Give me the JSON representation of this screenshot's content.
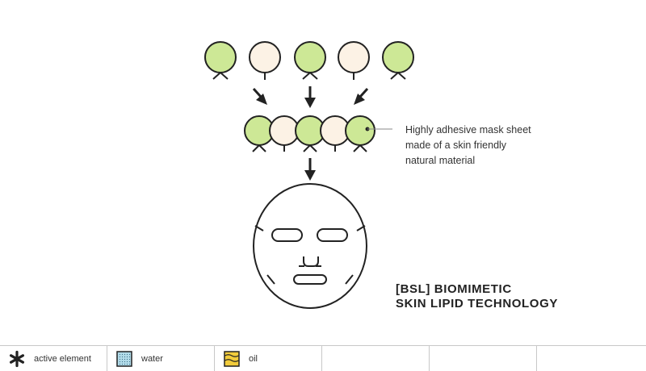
{
  "annotation": {
    "lines": [
      "Highly adhesive mask sheet",
      "made of a skin friendly",
      "natural material"
    ]
  },
  "technology": {
    "line1": "[BSL] BIOMIMETIC",
    "line2": "SKIN LIPID TECHNOLOGY"
  },
  "legend": [
    {
      "label": "active element",
      "icon": "asterisk-icon"
    },
    {
      "label": "water",
      "icon": "water-dots-icon"
    },
    {
      "label": "oil",
      "icon": "oil-wave-icon"
    },
    {
      "label": ""
    },
    {
      "label": ""
    },
    {
      "label": ""
    }
  ],
  "colors": {
    "lipid_green": "#cde896",
    "lipid_cream": "#fcf2e5",
    "water_blue": "#b3dcea",
    "oil_yellow": "#f2cc3c",
    "stroke": "#222222"
  }
}
